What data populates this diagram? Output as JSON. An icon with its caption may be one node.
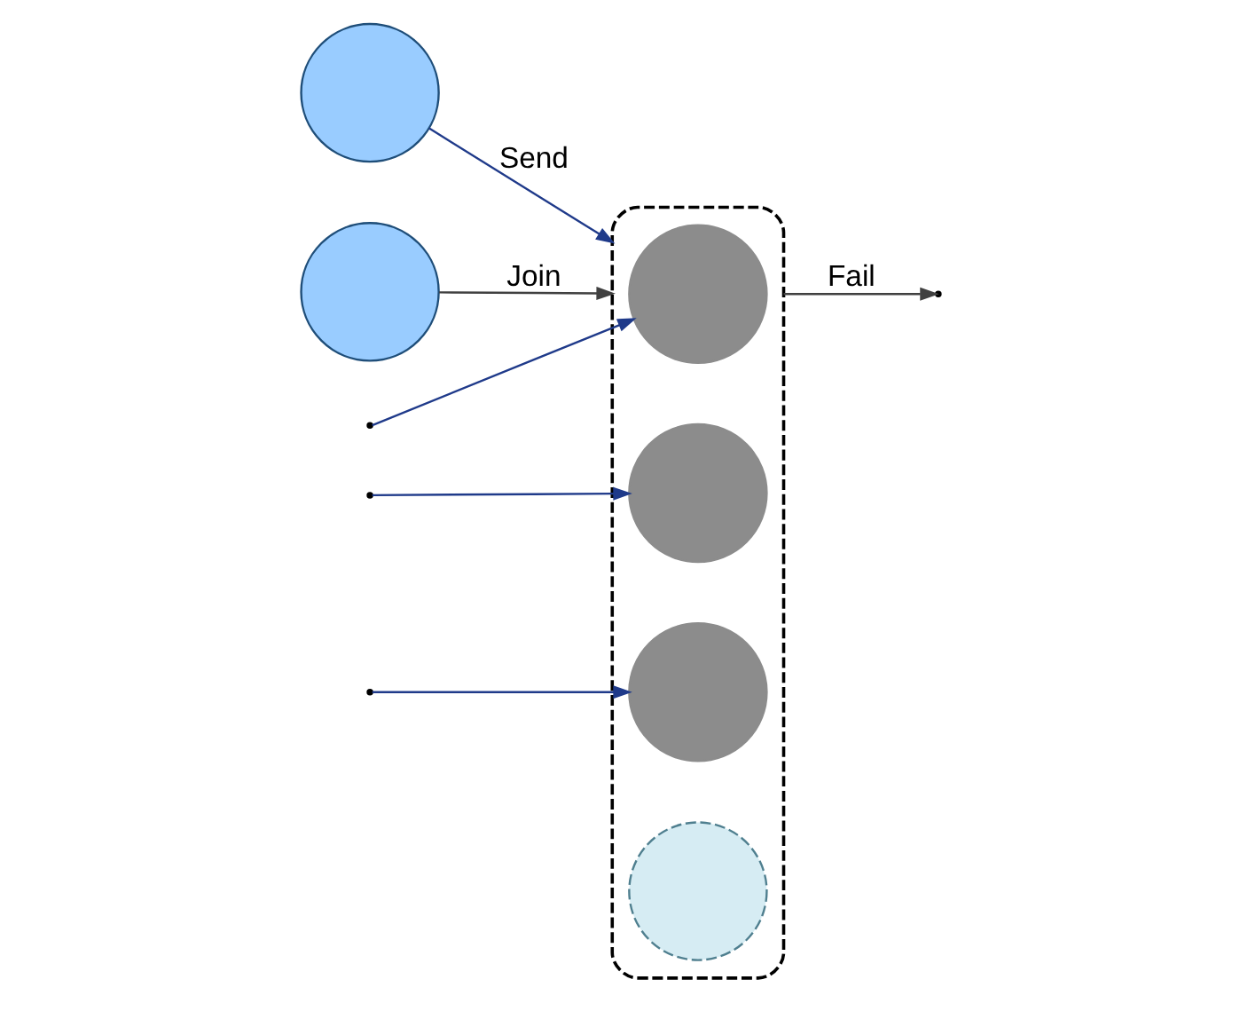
{
  "diagram": {
    "nodes": [
      {
        "text": [],
        "shape": "circle"
      },
      {
        "text": [],
        "shape": "ellipse"
      },
      {
        "text": [],
        "shape": "circle",
        "in": 1
      },
      {
        "text": [],
        "shape": "circle",
        "in": 1
      },
      {
        "text": [],
        "shape": "circle",
        "in": 1
      },
      {
        "text": [],
        "shape": "circle",
        "in": 1
      },
      {
        "text": [],
        "shape": "circle"
      }
    ],
    "edges": [
      {
        "from": 0,
        "to": 1,
        "arrow": "to",
        "label": "Send"
      },
      {
        "from": null,
        "to": 2,
        "arrow": "to"
      },
      {
        "from": null,
        "to": 3,
        "arrow": "to"
      },
      {
        "from": null,
        "to": 4,
        "arrow": "to"
      },
      {
        "from": 1,
        "to": null,
        "arrow": "to",
        "label": "Fail",
        "color": "#404040"
      },
      {
        "from": 6,
        "to": 1,
        "arrow": "to",
        "label": "Join",
        "color": "#404040"
      }
    ]
  }
}
